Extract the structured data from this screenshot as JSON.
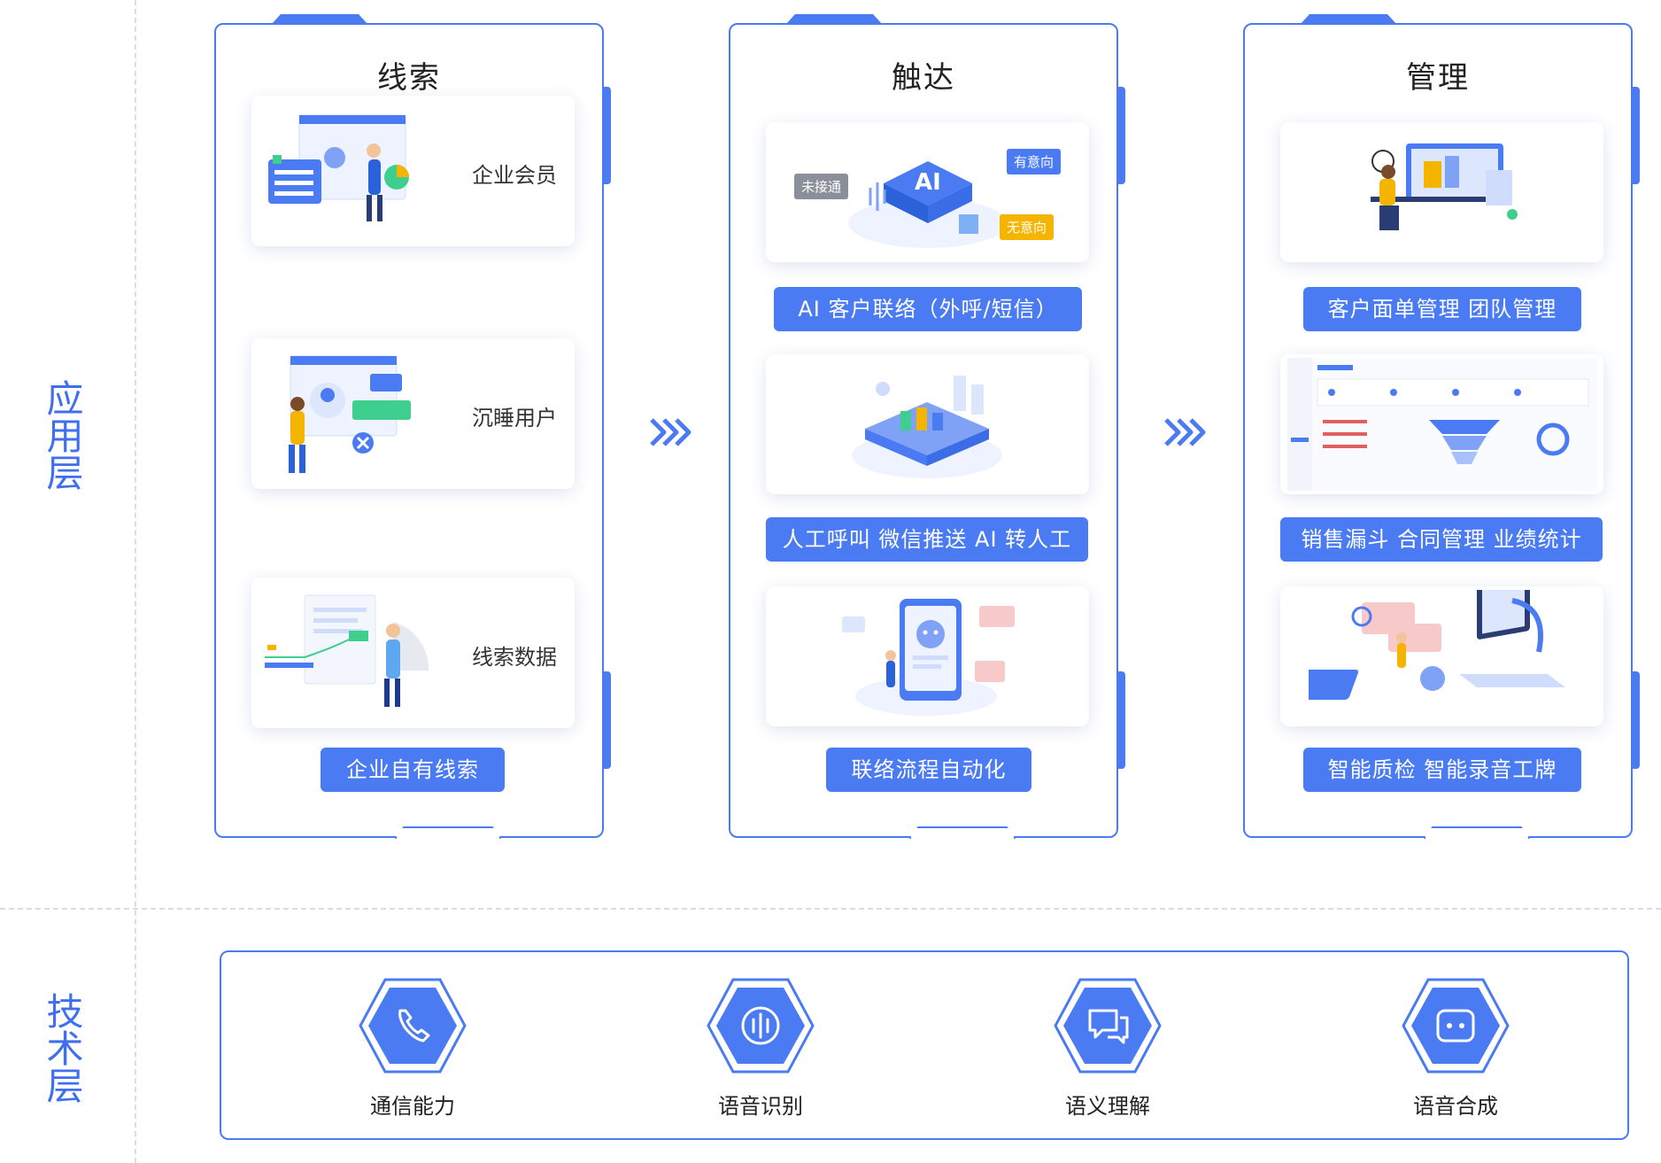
{
  "layers": {
    "application": "应用层",
    "technology": "技术层"
  },
  "panels": [
    {
      "title": "线索",
      "cards": [
        "企业会员",
        "沉睡用户",
        "线索数据"
      ],
      "pills": [
        "企业自有线索"
      ]
    },
    {
      "title": "触达",
      "card_tags": {
        "unconnected": "未接通",
        "intent": "有意向",
        "no_intent": "无意向"
      },
      "pills": [
        "AI 客户联络（外呼/短信）",
        "人工呼叫 微信推送 AI 转人工",
        "联络流程自动化"
      ]
    },
    {
      "title": "管理",
      "pills": [
        "客户面单管理 团队管理",
        "销售漏斗 合同管理 业绩统计",
        "智能质检 智能录音工牌"
      ]
    }
  ],
  "tech": [
    {
      "label": "通信能力",
      "icon": "phone-icon"
    },
    {
      "label": "语音识别",
      "icon": "voice-wave-icon"
    },
    {
      "label": "语义理解",
      "icon": "chat-bubbles-icon"
    },
    {
      "label": "语音合成",
      "icon": "dialog-bubble-icon"
    }
  ],
  "colors": {
    "accent": "#4A7BF2",
    "accent_text": "#3F6FEF",
    "divider": "#d8dce6"
  }
}
